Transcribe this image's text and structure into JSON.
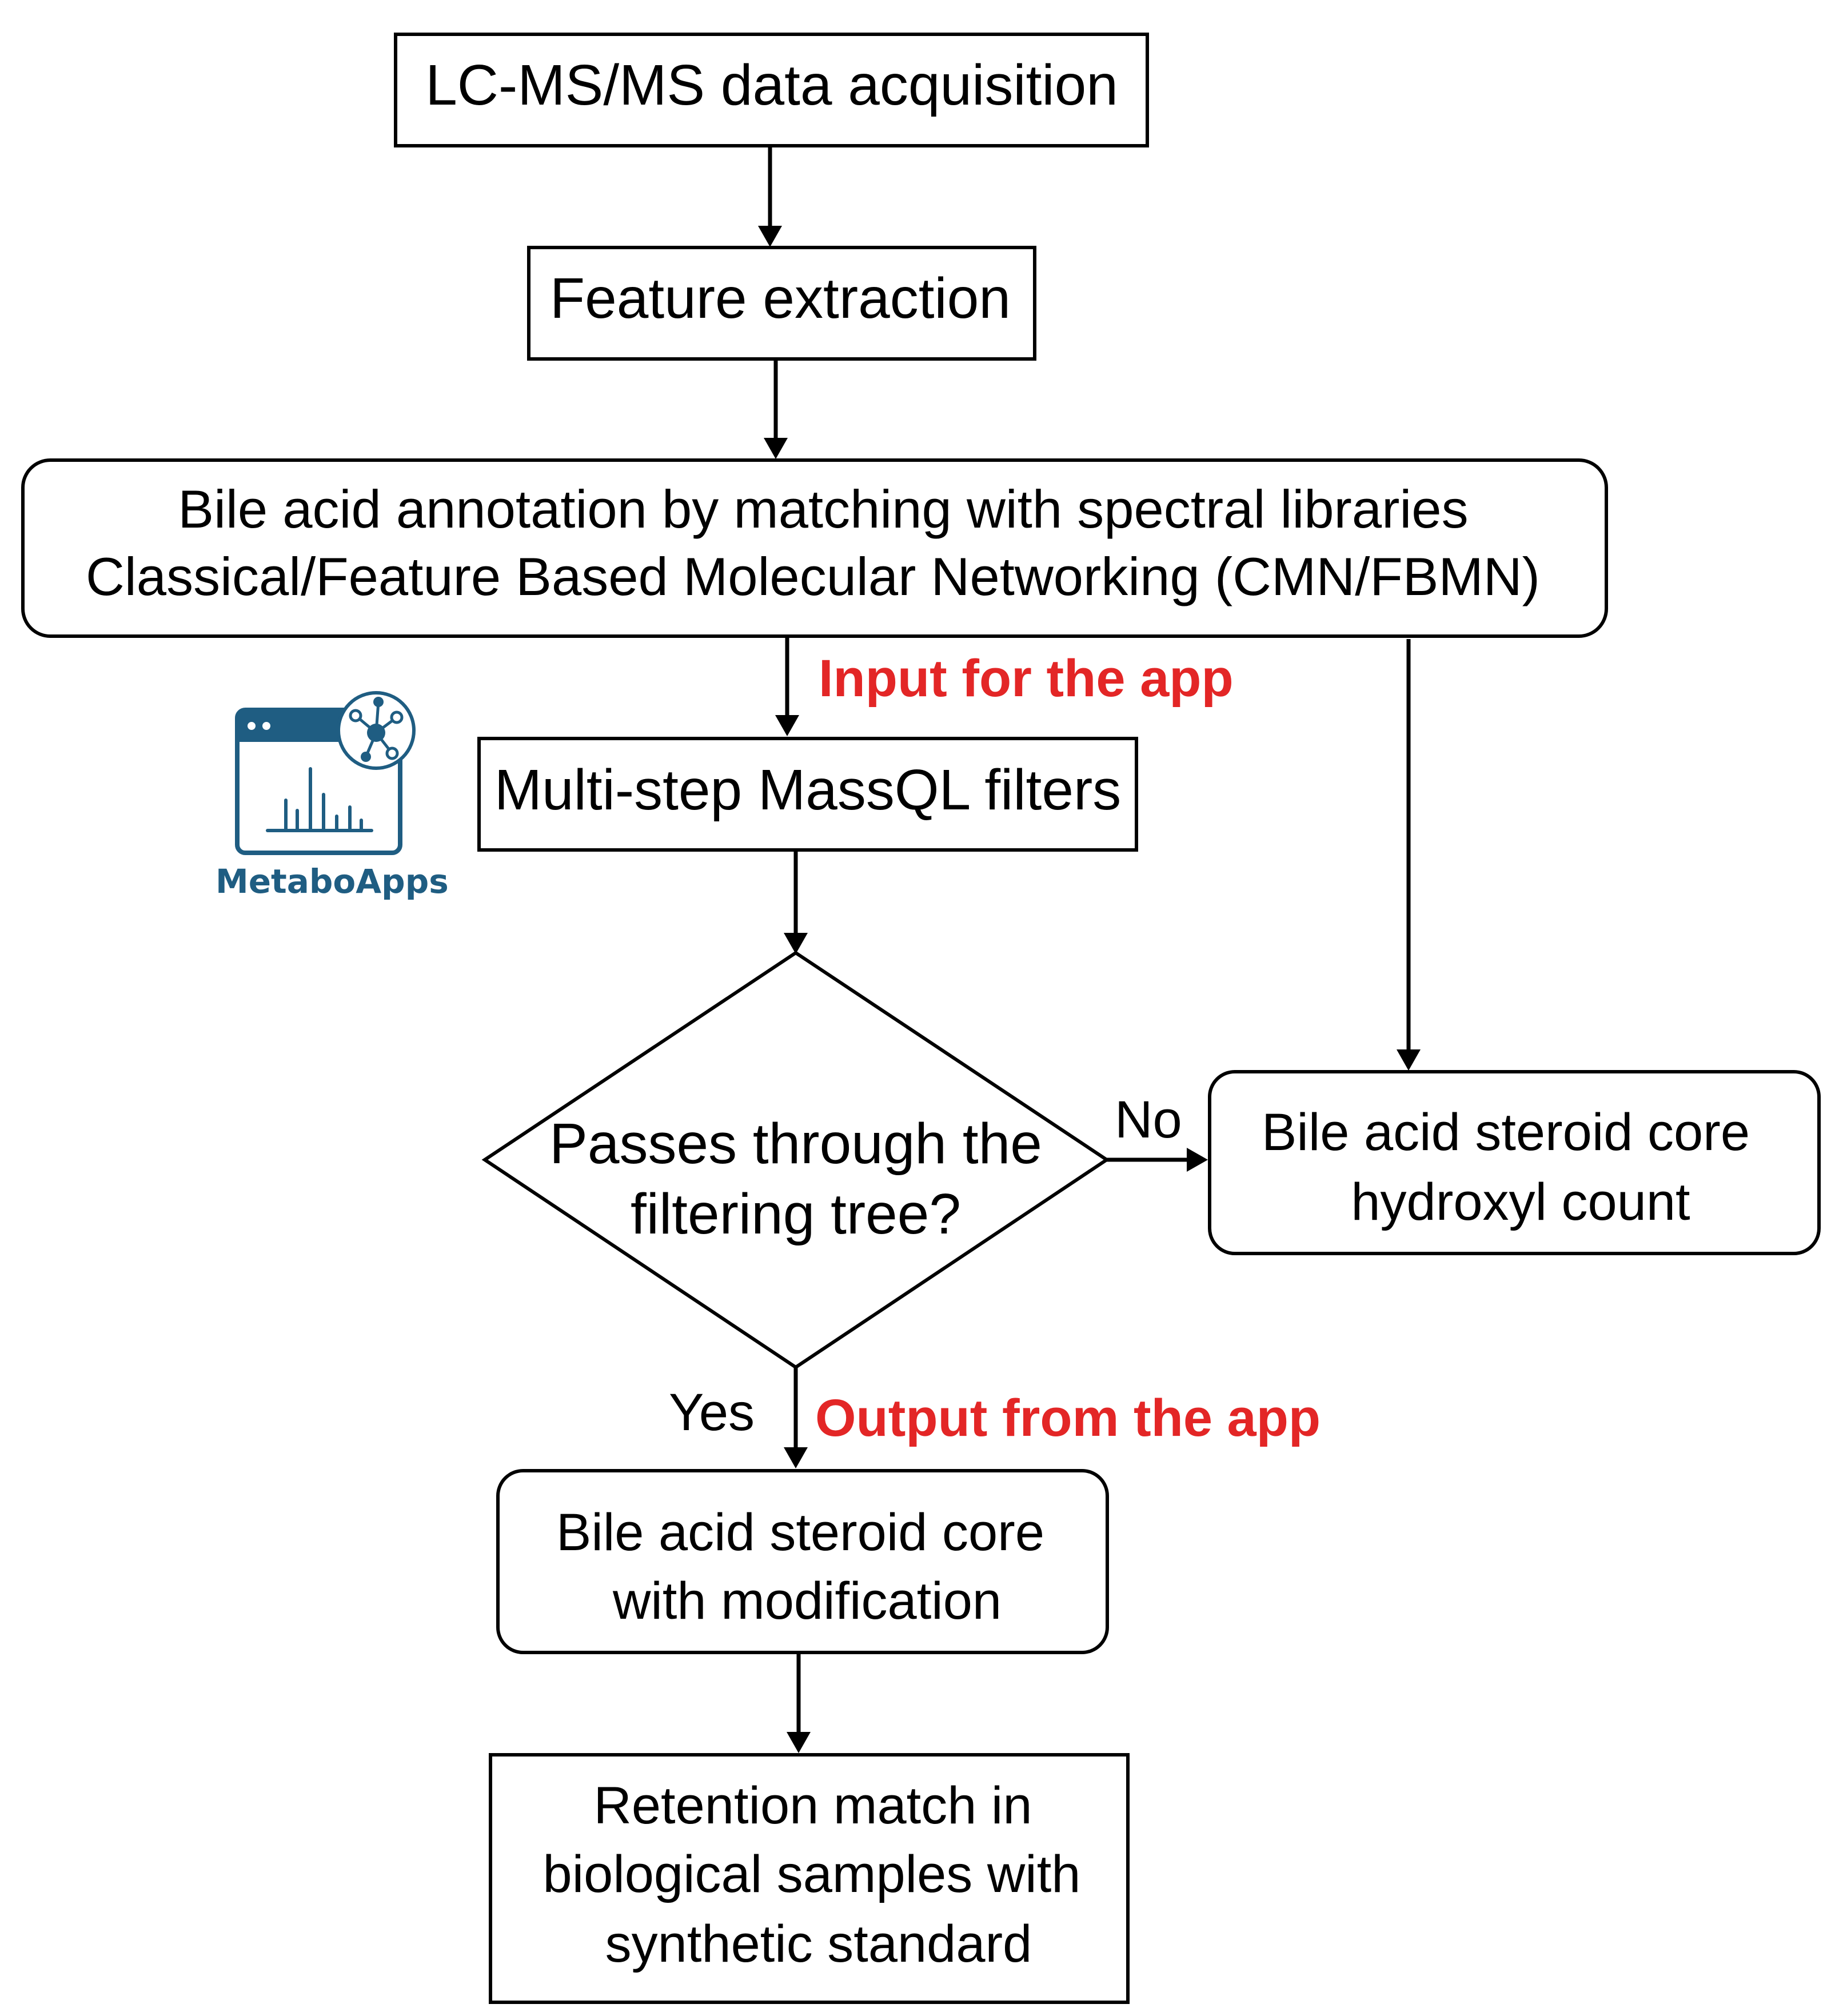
{
  "colors": {
    "highlight": "#e32626",
    "logo_primary": "#1f5d82",
    "logo_secondary": "#2a6f97"
  },
  "nodes": {
    "lcms": {
      "line1": "LC-MS/MS data acquisition"
    },
    "feature": {
      "line1": "Feature extraction"
    },
    "annotation": {
      "line1": "Bile acid annotation by matching with spectral libraries",
      "line2": "Classical/Feature Based Molecular Networking (CMN/FBMN)"
    },
    "massql": {
      "line1": "Multi-step MassQL filters"
    },
    "decision": {
      "line1": "Passes through the",
      "line2": "filtering tree?"
    },
    "hydroxyl": {
      "line1": "Bile acid steroid core",
      "line2": "hydroxyl count"
    },
    "modification": {
      "line1": "Bile acid steroid core",
      "line2": "with modification"
    },
    "retention": {
      "line1": "Retention match in",
      "line2": "biological samples with",
      "line3": "synthetic standard"
    }
  },
  "edge_labels": {
    "input": "Input for the app",
    "output": "Output from the app",
    "no": "No",
    "yes": "Yes"
  },
  "logo": {
    "brand_part1": "Metabo",
    "brand_part2": "Apps",
    "icon": "metaboapps-app-icon"
  }
}
